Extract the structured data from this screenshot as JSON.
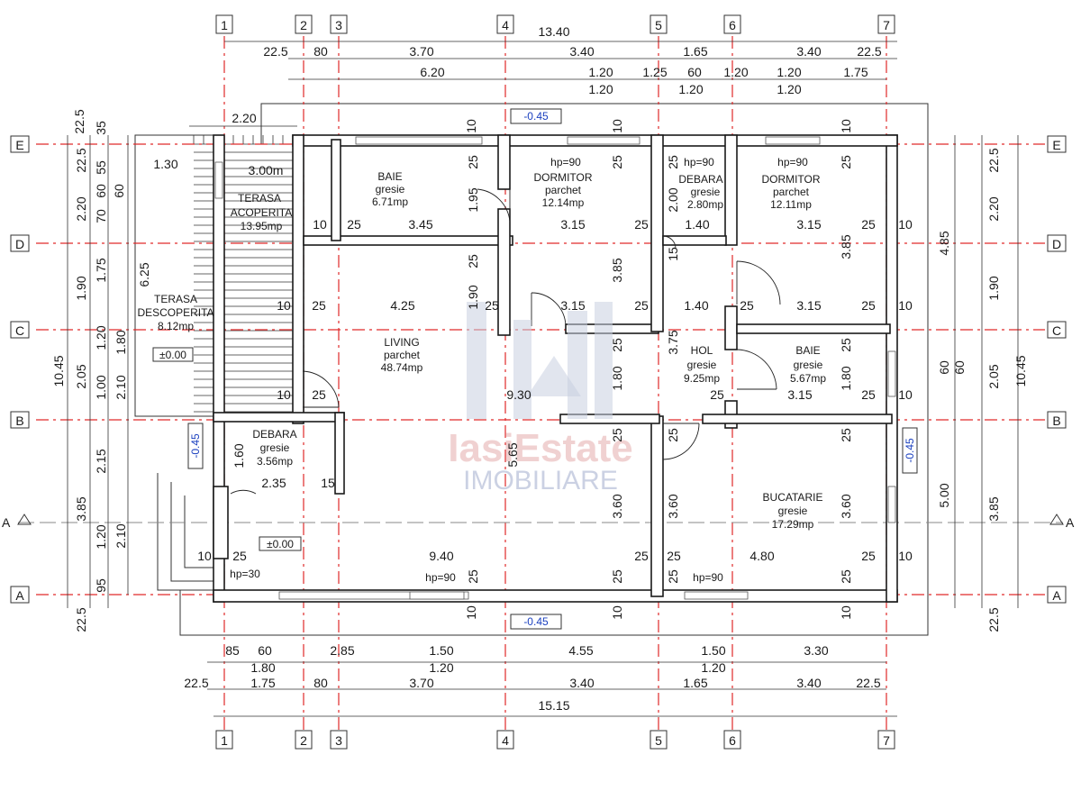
{
  "axes": {
    "columns": [
      "1",
      "2",
      "3",
      "4",
      "5",
      "6",
      "7"
    ],
    "rows": [
      "E",
      "D",
      "C",
      "B",
      "A"
    ]
  },
  "dims_top": {
    "total": "13.40",
    "row1": [
      "22.5",
      "80",
      "3.70",
      "3.40",
      "1.65",
      "3.40",
      "22.5"
    ],
    "row2": [
      "6.20",
      "1.20",
      "1.25",
      "60",
      "1.20",
      "1.20",
      "1.75"
    ],
    "row2b": [
      "1.20",
      "1.20",
      "1.20"
    ],
    "terrace_w": "2.20",
    "terrace_inner": "1.30"
  },
  "dims_bottom": {
    "row1": [
      "85",
      "60",
      "2.85",
      "1.50",
      "4.55",
      "1.50",
      "3.30"
    ],
    "row1b": [
      "1.80",
      "1.20",
      "1.20"
    ],
    "row2": [
      "22.5",
      "1.75",
      "80",
      "3.70",
      "3.40",
      "1.65",
      "3.40",
      "22.5"
    ],
    "total": "15.15"
  },
  "dims_left": {
    "total": "10.45",
    "seg_outer": [
      "22.5",
      "2.20",
      "1.90",
      "2.05",
      "3.85",
      "22.5"
    ],
    "seg_mid": [
      "35",
      "22.5",
      "55",
      "60",
      "70",
      "1.75",
      "1.20",
      "1.00",
      "2.15",
      "1.20",
      "95"
    ],
    "seg_inner": [
      "60",
      "6.25",
      "1.80",
      "2.10",
      "2.10"
    ]
  },
  "dims_right": {
    "total": "10.45",
    "seg_outer": [
      "22.5",
      "2.20",
      "1.90",
      "2.05",
      "3.85",
      "22.5"
    ],
    "seg_mid": [
      "4.85",
      "60",
      "60",
      "5.00"
    ]
  },
  "rooms": {
    "terasa_acoperita": {
      "name": "TERASA\nACOPERITA",
      "area": "13.95mp",
      "width": "3.00m"
    },
    "terasa_descoperita": {
      "name": "TERASA\nDESCOPERITA",
      "area": "8.12mp",
      "level": "±0.00"
    },
    "baie1": {
      "name": "BAIE",
      "finish": "gresie",
      "area": "6.71mp"
    },
    "dormitor1": {
      "name": "DORMITOR",
      "finish": "parchet",
      "area": "12.14mp",
      "hp": "hp=90"
    },
    "debara1": {
      "name": "DEBARA",
      "finish": "gresie",
      "area": "2.80mp",
      "hp": "hp=90"
    },
    "dormitor2": {
      "name": "DORMITOR",
      "finish": "parchet",
      "area": "12.11mp",
      "hp": "hp=90"
    },
    "living": {
      "name": "LIVING",
      "finish": "parchet",
      "area": "48.74mp"
    },
    "hol": {
      "name": "HOL",
      "finish": "gresie",
      "area": "9.25mp"
    },
    "baie2": {
      "name": "BAIE",
      "finish": "gresie",
      "area": "5.67mp"
    },
    "debara2": {
      "name": "DEBARA",
      "finish": "gresie",
      "area": "3.56mp"
    },
    "bucatarie": {
      "name": "BUCATARIE",
      "finish": "gresie",
      "area": "17.29mp"
    }
  },
  "levels": {
    "ext_top": "-0.45",
    "ext_bottom": "-0.45",
    "ext_left": "-0.45",
    "ext_right": "-0.45",
    "entry": "±0.00"
  },
  "interior_dims": {
    "d_row": [
      "10",
      "25",
      "3.45",
      "3.15",
      "25",
      "1.40",
      "3.15",
      "25",
      "10"
    ],
    "c_row": [
      "10",
      "25",
      "4.25",
      "25",
      "3.15",
      "25",
      "1.40",
      "25",
      "3.15",
      "25",
      "10"
    ],
    "b_row": [
      "10",
      "25",
      "9.30",
      "25",
      "3.15",
      "25",
      "10"
    ],
    "a_row": [
      "10",
      "25",
      "9.40",
      "25",
      "25",
      "4.80",
      "25",
      "10"
    ],
    "small": [
      "2.35",
      "15",
      "1.60",
      "1.95",
      "2.00",
      "15",
      "1.90",
      "3.85",
      "3.85",
      "3.75",
      "1.80",
      "1.80",
      "5.65",
      "3.60",
      "3.60",
      "3.60",
      "hp=30",
      "hp=90",
      "hp=90"
    ],
    "wall10": [
      "10",
      "10",
      "10",
      "10",
      "10",
      "10"
    ],
    "wall25": [
      "25",
      "25",
      "25",
      "25",
      "25",
      "25",
      "25",
      "25",
      "25",
      "25",
      "25",
      "25",
      "25",
      "25",
      "25",
      "25"
    ]
  },
  "watermark": {
    "brand": "IasiEstate",
    "sub": "IMOBILIARE"
  },
  "colors": {
    "grid": "#e02a2a",
    "level": "#1a3fbf",
    "wall": "#1a1a1a"
  }
}
